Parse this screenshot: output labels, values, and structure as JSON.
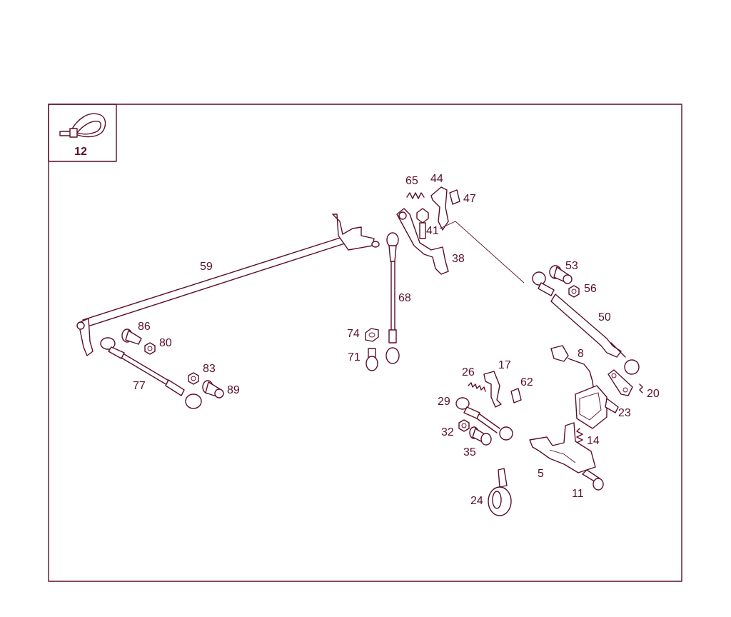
{
  "inset": {
    "label": "12"
  },
  "part_numbers": [
    "65",
    "44",
    "47",
    "41",
    "38",
    "59",
    "53",
    "56",
    "68",
    "50",
    "86",
    "80",
    "74",
    "71",
    "8",
    "83",
    "77",
    "89",
    "17",
    "26",
    "62",
    "20",
    "23",
    "29",
    "14",
    "32",
    "35",
    "5",
    "11",
    "24"
  ],
  "colors": {
    "line": "#5a0f24",
    "background": "#ffffff"
  },
  "icons": [
    "cable-tie-icon"
  ]
}
